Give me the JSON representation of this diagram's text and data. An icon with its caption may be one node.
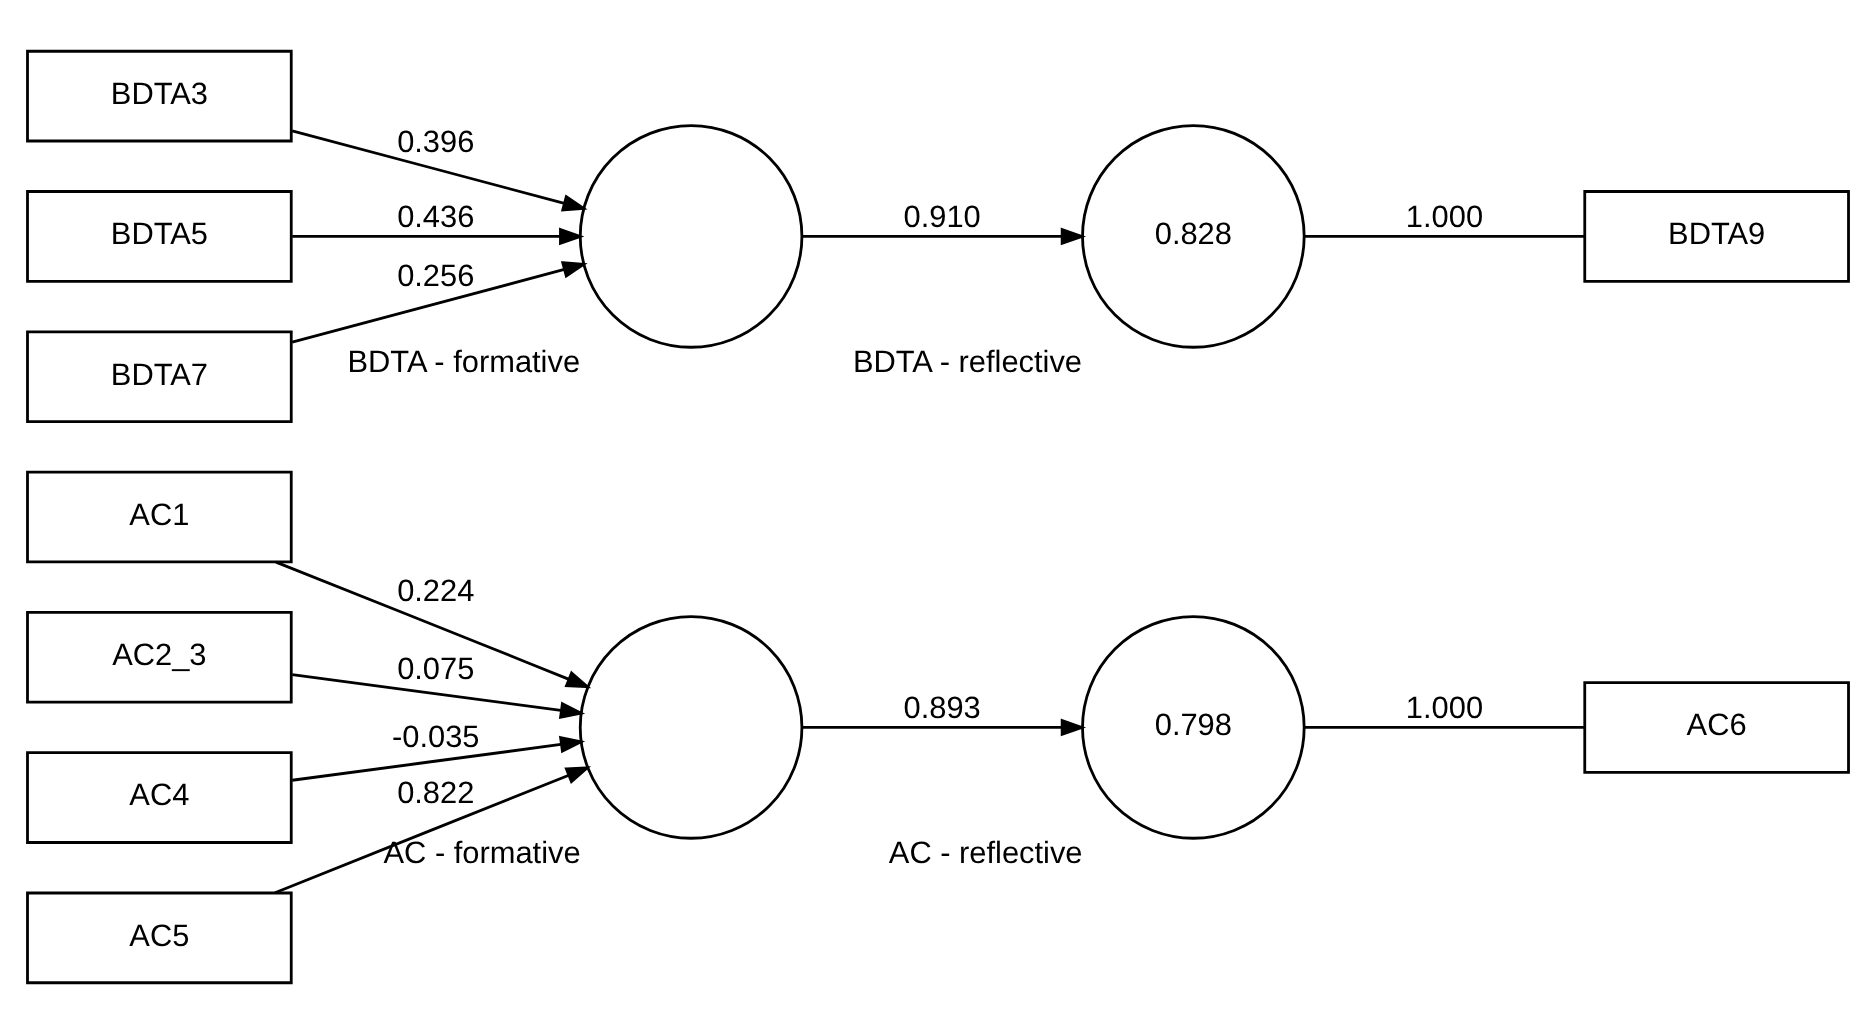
{
  "diagram": {
    "nodes": [
      {
        "text": [
          "AC1"
        ]
      },
      {
        "text": [
          "AC2_3"
        ]
      },
      {
        "text": [
          "AC4"
        ]
      },
      {
        "text": [
          "AC5"
        ]
      },
      {
        "text": [],
        "shape": "circle",
        "beside": [
          "AC - formative"
        ]
      },
      {
        "text": [
          "0.798"
        ],
        "beside": [
          "AC - reflective"
        ]
      },
      {
        "text": [
          "AC6"
        ]
      },
      {
        "text": [
          "BDTA3"
        ]
      },
      {
        "text": [
          "BDTA5"
        ]
      },
      {
        "text": [
          "BDTA7"
        ]
      },
      {
        "text": [],
        "shape": "circle",
        "beside": [
          "BDTA - formative"
        ]
      },
      {
        "text": [
          "0.828"
        ],
        "beside": [
          "BDTA - reflective"
        ]
      },
      {
        "text": [
          "BDTA9"
        ]
      }
    ],
    "edges": [
      {
        "from": 0,
        "to": 4,
        "arrow": "to",
        "label": "0.224"
      },
      {
        "from": 1,
        "to": 4,
        "arrow": "to",
        "label": "0.075"
      },
      {
        "from": 2,
        "to": 4,
        "arrow": "to",
        "label": "-0.035"
      },
      {
        "from": 3,
        "to": 4,
        "arrow": "to",
        "label": "0.822"
      },
      {
        "from": 4,
        "to": 5,
        "arrow": "to",
        "label": "0.893"
      },
      {
        "from": 5,
        "to": 6,
        "arrow": "none",
        "label": "1.000"
      },
      {
        "from": 7,
        "to": 10,
        "arrow": "to",
        "label": "0.396"
      },
      {
        "from": 8,
        "to": 10,
        "arrow": "to",
        "label": "0.436"
      },
      {
        "from": 9,
        "to": 10,
        "arrow": "to",
        "label": "0.256"
      },
      {
        "from": 10,
        "to": 11,
        "arrow": "to",
        "label": "0.910"
      },
      {
        "from": 11,
        "to": 12,
        "arrow": "none",
        "label": "1.000"
      }
    ]
  }
}
